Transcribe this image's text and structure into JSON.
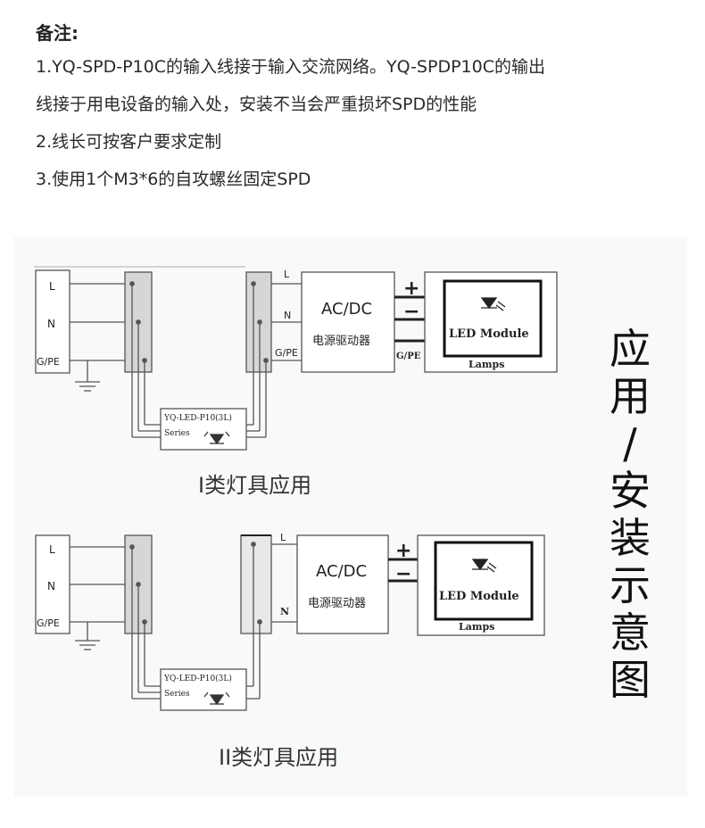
{
  "notes": {
    "heading": "备注:",
    "lines": [
      "1.YQ-SPD-P10C的输入线接于输入交流网络。YQ-SPDP10C的输出",
      "线接于用电设备的输入处，安装不当会严重损坏SPD的性能",
      "2.线长可按客户要求定制",
      "3.使用1个M3*6的自攻螺丝固定SPD"
    ]
  },
  "side_title": [
    "应",
    "用",
    "/",
    "安",
    "装",
    "示",
    "意",
    "图"
  ],
  "diagram1": {
    "caption": "I类灯具应用",
    "terminal_labels": [
      "L",
      "N",
      "G/PE"
    ],
    "out_labels": [
      "L",
      "N",
      "G/PE"
    ],
    "driver_title": "AC/DC",
    "driver_subtitle": "电源驱动器",
    "plus": "+",
    "minus": "−",
    "dc_ground": "G/PE",
    "led_module": "LED Module",
    "lamps": "Lamps",
    "spd_model": "YQ-LED-P10(3L)",
    "spd_series": "Series"
  },
  "diagram2": {
    "caption": "II类灯具应用",
    "terminal_labels": [
      "L",
      "N",
      "G/PE"
    ],
    "out_labels": [
      "L",
      "N"
    ],
    "driver_title": "AC/DC",
    "driver_subtitle": "电源驱动器",
    "plus": "+",
    "minus": "−",
    "led_module": "LED Module",
    "lamps": "Lamps",
    "spd_model": "YQ-LED-P10(3L)",
    "spd_series": "Series"
  },
  "colors": {
    "text": "#222222",
    "line": "#555555",
    "terminal_fill": "#d6d6d6",
    "panel": "#f7f9fb"
  }
}
